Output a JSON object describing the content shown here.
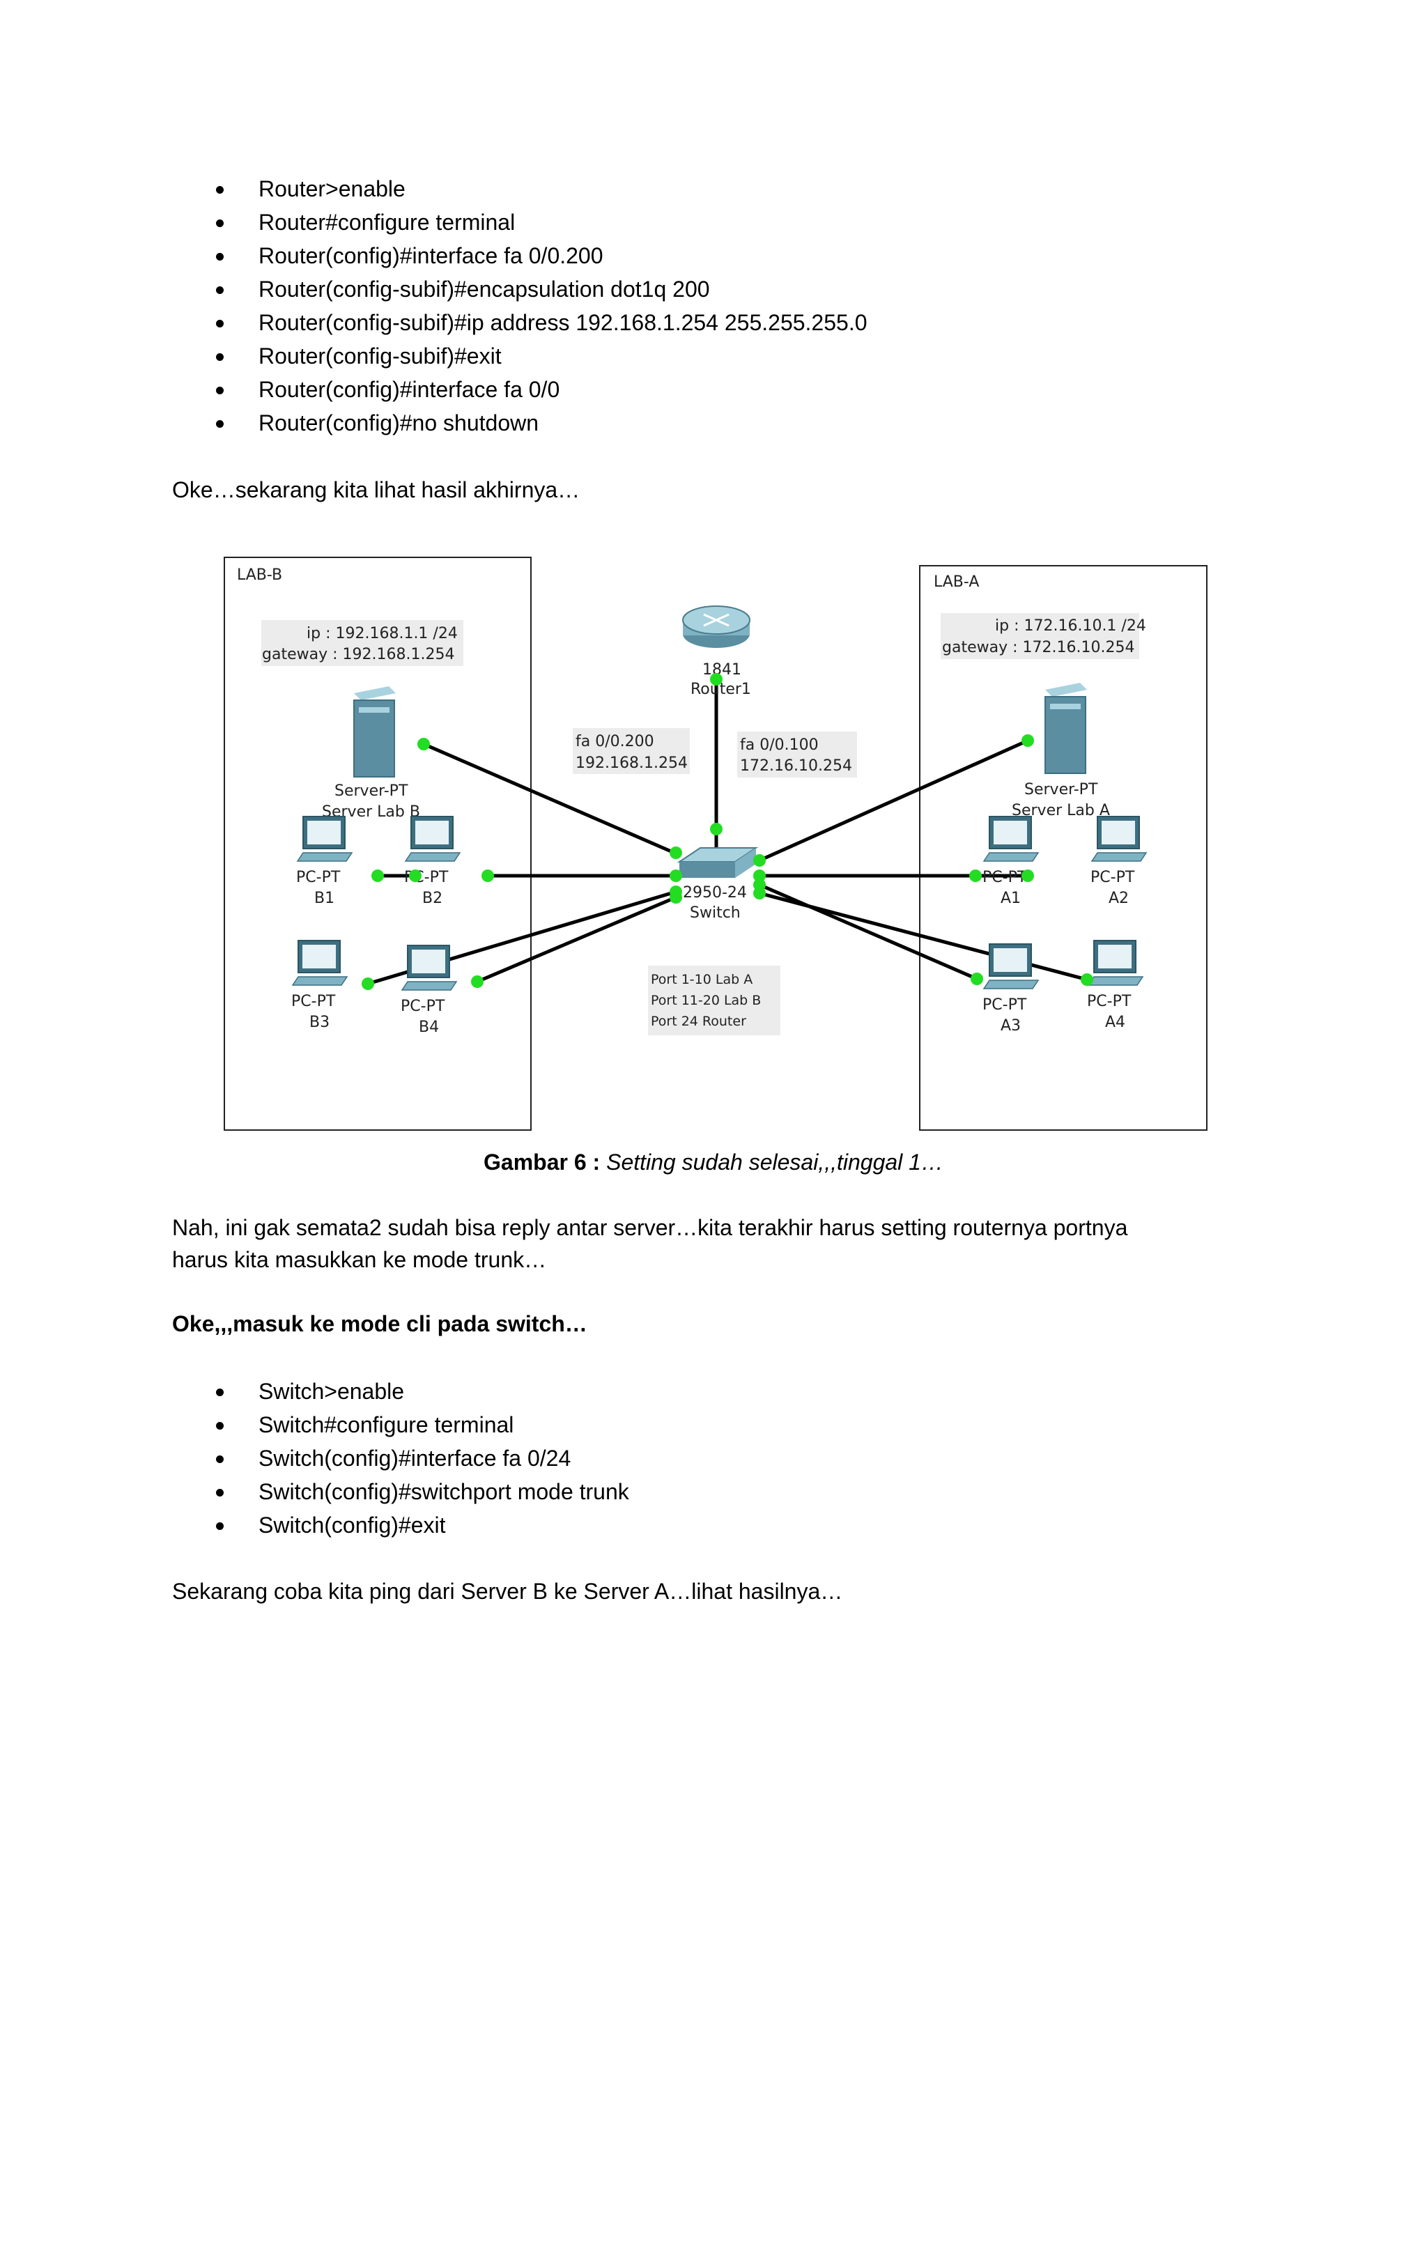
{
  "router_commands": [
    "Router>enable",
    "Router#configure terminal",
    "Router(config)#interface fa 0/0.200",
    "Router(config-subif)#encapsulation dot1q 200",
    "Router(config-subif)#ip address 192.168.1.254 255.255.255.0",
    "Router(config-subif)#exit",
    "Router(config)#interface fa 0/0",
    "Router(config)#no shutdown"
  ],
  "para_result": "Oke…sekarang kita lihat hasil akhirnya…",
  "diagram": {
    "lab_b_label": "LAB-B",
    "lab_a_label": "LAB-A",
    "lab_b_ip": "ip : 192.168.1.1 /24",
    "lab_b_gateway": "gateway : 192.168.1.254",
    "lab_a_ip": "ip : 172.16.10.1 /24",
    "lab_a_gateway": "gateway : 172.16.10.254",
    "router_model": "1841",
    "router_name": "Router1",
    "server_b_type": "Server-PT",
    "server_b_name": "Server Lab B",
    "server_a_type": "Server-PT",
    "server_a_name": "Server Lab A",
    "sub200_if": "fa 0/0.200",
    "sub200_ip": "192.168.1.254",
    "sub100_if": "fa 0/0.100",
    "sub100_ip": "172.16.10.254",
    "switch_model": "2950-24",
    "switch_name": "Switch",
    "pc_type": "PC-PT",
    "pcs": [
      "B1",
      "B2",
      "B3",
      "B4",
      "A1",
      "A2",
      "A3",
      "A4"
    ],
    "port_notes": [
      "Port 1-10 Lab A",
      "Port 11-20 Lab B",
      "Port 24 Router"
    ],
    "link_color": "#000000",
    "port_up_color": "#22dd22"
  },
  "caption": {
    "label": "Gambar 6 :",
    "text": " Setting sudah selesai,,,tinggal 1…"
  },
  "para_reply": "Nah, ini gak semata2 sudah bisa reply antar server…kita terakhir harus setting routernya portnya",
  "para_reply2": "harus kita masukkan ke mode trunk…",
  "heading_cli": "Oke,,,masuk ke mode cli pada switch…",
  "switch_commands": [
    "Switch>enable",
    "Switch#configure terminal",
    "Switch(config)#interface fa 0/24",
    "Switch(config)#switchport mode trunk",
    "Switch(config)#exit"
  ],
  "para_ping": "Sekarang coba kita ping dari Server B ke Server A…lihat hasilnya…"
}
